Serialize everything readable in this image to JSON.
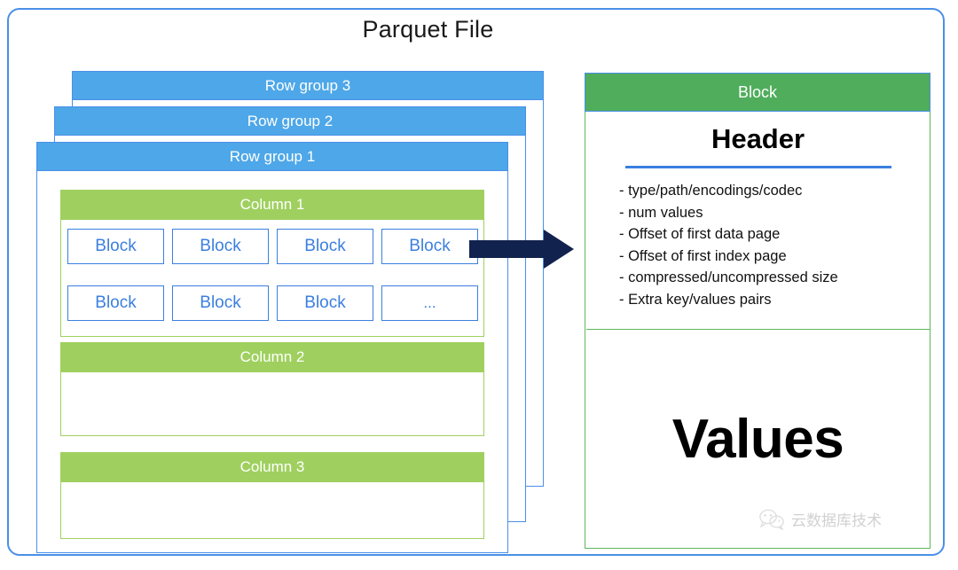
{
  "title": "Parquet File",
  "colors": {
    "frame_blue": "#4a90e8",
    "rowgroup_blue": "#4ea7e8",
    "column_green": "#9fd05f",
    "block_header_green": "#4fad5b",
    "block_border_green": "#5cb85c",
    "block_cell_blue": "#3b7fe0",
    "arrow_navy": "#12224f"
  },
  "row_groups": [
    {
      "label": "Row group 3"
    },
    {
      "label": "Row group 2"
    },
    {
      "label": "Row group 1"
    }
  ],
  "columns": [
    {
      "label": "Column 1"
    },
    {
      "label": "Column 2"
    },
    {
      "label": "Column 3"
    }
  ],
  "block_cells": [
    {
      "label": "Block"
    },
    {
      "label": "Block"
    },
    {
      "label": "Block"
    },
    {
      "label": "Block"
    },
    {
      "label": "Block"
    },
    {
      "label": "Block"
    },
    {
      "label": "Block"
    },
    {
      "label": "..."
    }
  ],
  "arrow": {
    "icon": "right-arrow-icon",
    "direction": "right"
  },
  "block_panel": {
    "header_bar_label": "Block",
    "header_title": "Header",
    "bullets": [
      "- type/path/encodings/codec",
      "- num values",
      "- Offset of first data page",
      "- Offset of first index page",
      "- compressed/uncompressed size",
      "- Extra key/values pairs"
    ],
    "values_title": "Values"
  },
  "watermark": {
    "icon": "wechat-icon",
    "text": "云数据库技术"
  }
}
